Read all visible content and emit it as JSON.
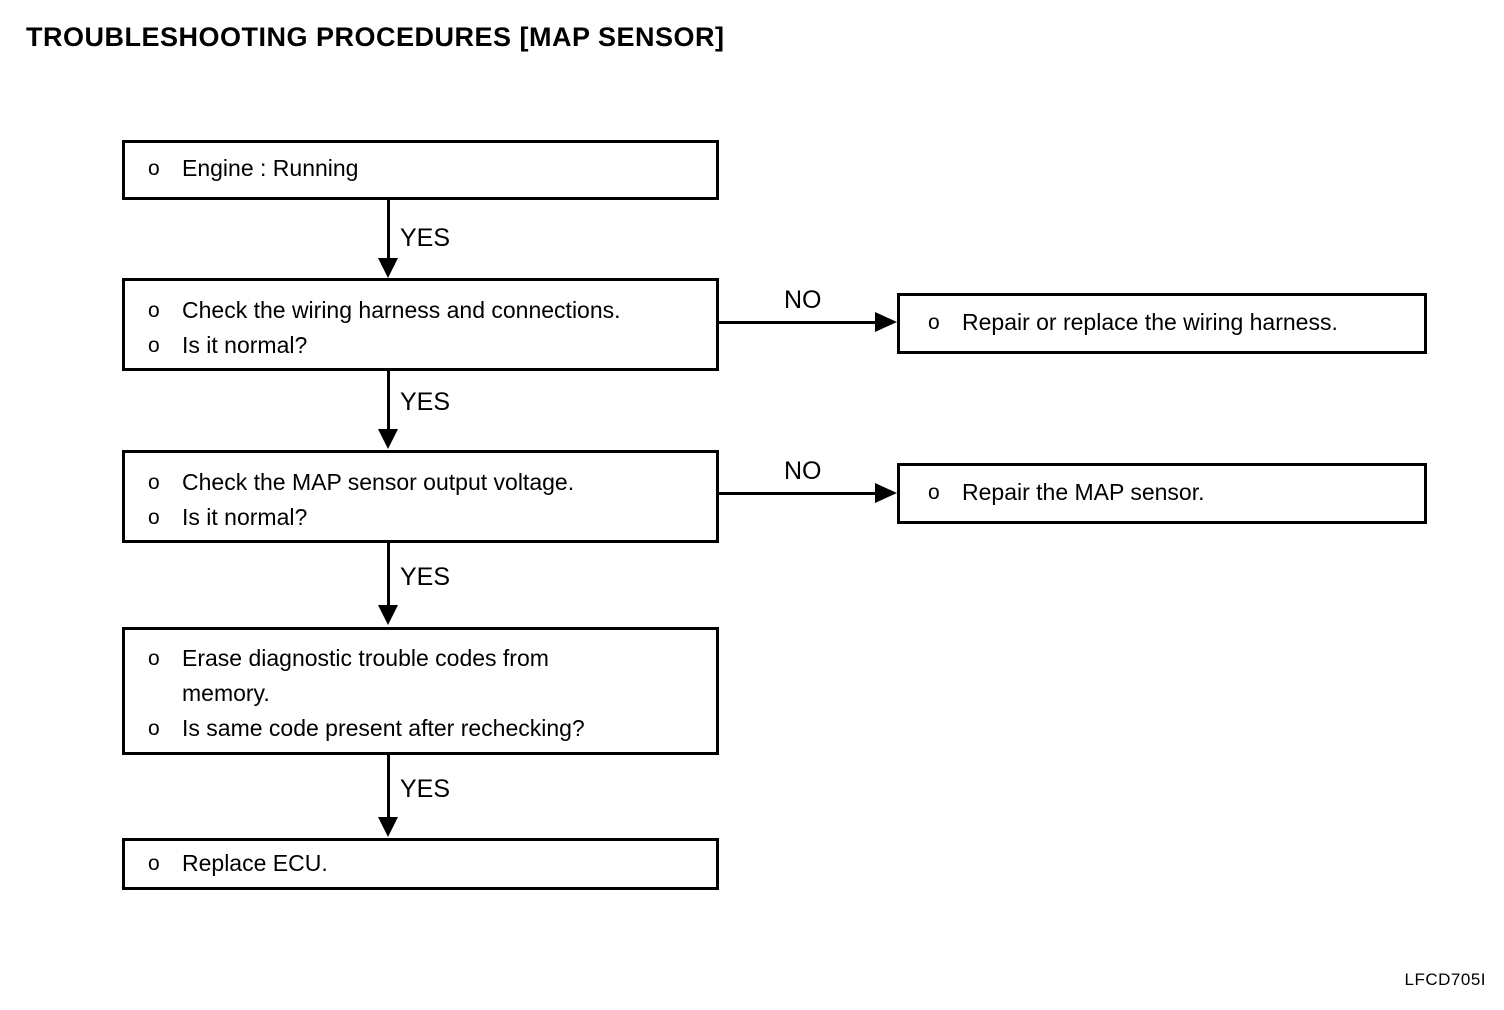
{
  "document": {
    "title": "TROUBLESHOOTING PROCEDURES [MAP SENSOR]",
    "figure_code": "LFCD705I",
    "background_color": "#ffffff",
    "line_color": "#000000"
  },
  "flow": {
    "bullet_glyph": "o",
    "nodes": [
      {
        "id": "engine-running",
        "lines": [
          "Engine : Running"
        ]
      },
      {
        "id": "check-wiring-harness",
        "lines": [
          "Check the wiring harness and connections.",
          "Is it normal?"
        ]
      },
      {
        "id": "check-map-output-voltage",
        "lines": [
          "Check the MAP sensor output voltage.",
          "Is it normal?"
        ]
      },
      {
        "id": "erase-diagnostic-codes",
        "lines": [
          "Erase diagnostic trouble codes from\nmemory.",
          "Is same code present after rechecking?"
        ]
      },
      {
        "id": "replace-ecu",
        "lines": [
          "Replace ECU."
        ]
      }
    ],
    "outcomes": [
      {
        "id": "repair-wiring-harness",
        "lines": [
          "Repair or replace the wiring harness."
        ]
      },
      {
        "id": "repair-map-sensor",
        "lines": [
          "Repair the MAP sensor."
        ]
      }
    ],
    "edges": {
      "yes_1": "YES",
      "yes_2": "YES",
      "yes_3": "YES",
      "yes_4": "YES",
      "no_1": "NO",
      "no_2": "NO"
    }
  }
}
